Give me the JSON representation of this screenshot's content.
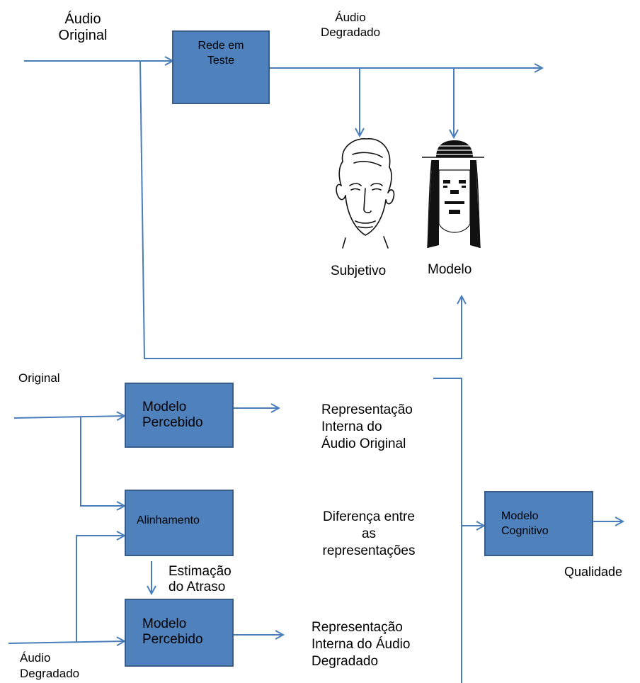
{
  "top": {
    "input_label": [
      "Áudio",
      "Original"
    ],
    "output_label": [
      "Áudio",
      "Degradado"
    ],
    "network_box": [
      "Rede em",
      "Teste"
    ],
    "subjective_label": "Subjetivo",
    "model_label": "Modelo"
  },
  "bottom": {
    "original_label": "Original",
    "degraded_label": [
      "Áudio",
      "Degradado"
    ],
    "perceived_model_top": [
      "Modelo",
      "Percebido"
    ],
    "alignment_box": "Alinhamento",
    "delay_estimation": [
      "Estimação",
      "do Atraso"
    ],
    "perceived_model_bottom": [
      "Modelo",
      "Percebido"
    ],
    "internal_original": [
      "Representação",
      "Interna do",
      "Áudio Original"
    ],
    "difference": [
      "Diferença entre",
      "as",
      "representações"
    ],
    "internal_degraded": [
      "Representação",
      "Interna do Áudio",
      "Degradado"
    ],
    "cognitive_box": [
      "Modelo",
      "Cognitivo"
    ],
    "quality_label": "Qualidade"
  },
  "colors": {
    "box_fill": "#4f81bd",
    "box_stroke": "#385d8a",
    "arrow": "#4a7ebb"
  },
  "icons": [
    "subjective-face-icon",
    "model-face-icon"
  ]
}
